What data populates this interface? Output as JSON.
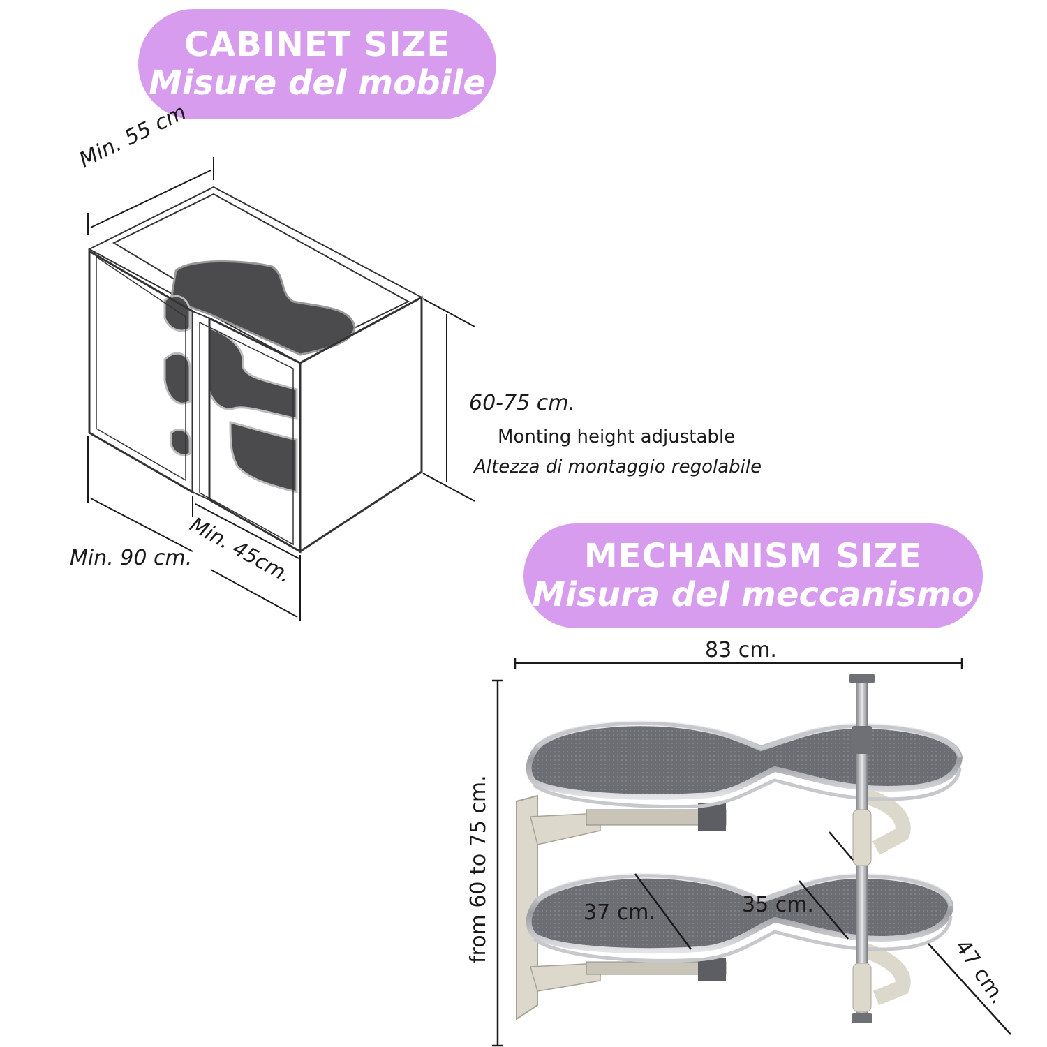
{
  "colors": {
    "pill": "#d89cef",
    "shelf": "#4b4b4e",
    "chrome": "#b8b9bd",
    "bracket": "#ddd8cc"
  },
  "cabinet_section": {
    "title": "CABINET SIZE",
    "subtitle": "Misure del mobile",
    "depth_label": "Min. 55 cm",
    "width_label": "Min. 90 cm.",
    "door_label": "Min. 45cm.",
    "height_label": "60-75 cm.",
    "height_note_en": "Monting height adjustable",
    "height_note_it": "Altezza di montaggio regolabile"
  },
  "mechanism_section": {
    "title": "MECHANISM SIZE",
    "subtitle": "Misura del meccanismo",
    "width_label": "83 cm.",
    "height_label": "from 60 to 75 cm.",
    "left_tray_label": "37 cm.",
    "right_tray_label": "35 cm.",
    "depth_label": "47 cm."
  }
}
